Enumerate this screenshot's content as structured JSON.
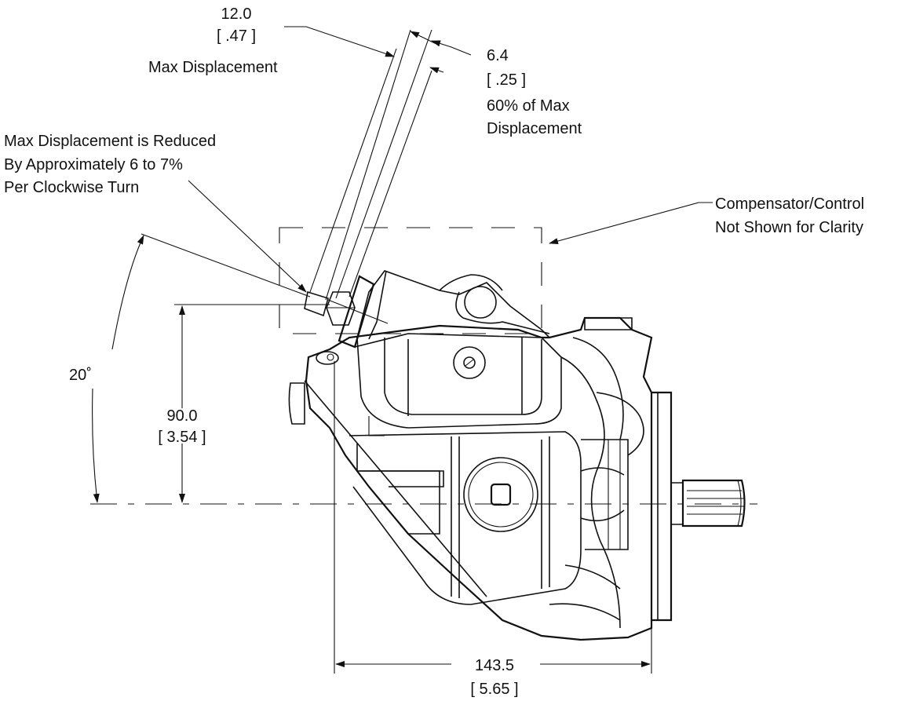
{
  "drawing": {
    "stroke_color": "#111111",
    "background": "#ffffff",
    "dimensions": {
      "stroke_max": {
        "mm": "12.0",
        "in": "[ .47 ]",
        "label": "Max Displacement"
      },
      "stroke_60": {
        "mm": "6.4",
        "in": "[ .25 ]",
        "label_line1": "60% of Max",
        "label_line2": "Displacement"
      },
      "height": {
        "mm": "90.0",
        "in": "[ 3.54 ]"
      },
      "length": {
        "mm": "143.5",
        "in": "[ 5.65 ]"
      },
      "angle": {
        "value": "20˚"
      }
    },
    "notes": {
      "adjust_line1": "Max Displacement is Reduced",
      "adjust_line2": "By Approximately 6 to 7%",
      "adjust_line3": "Per Clockwise Turn",
      "comp_line1": "Compensator/Control",
      "comp_line2": "Not Shown for Clarity"
    }
  }
}
